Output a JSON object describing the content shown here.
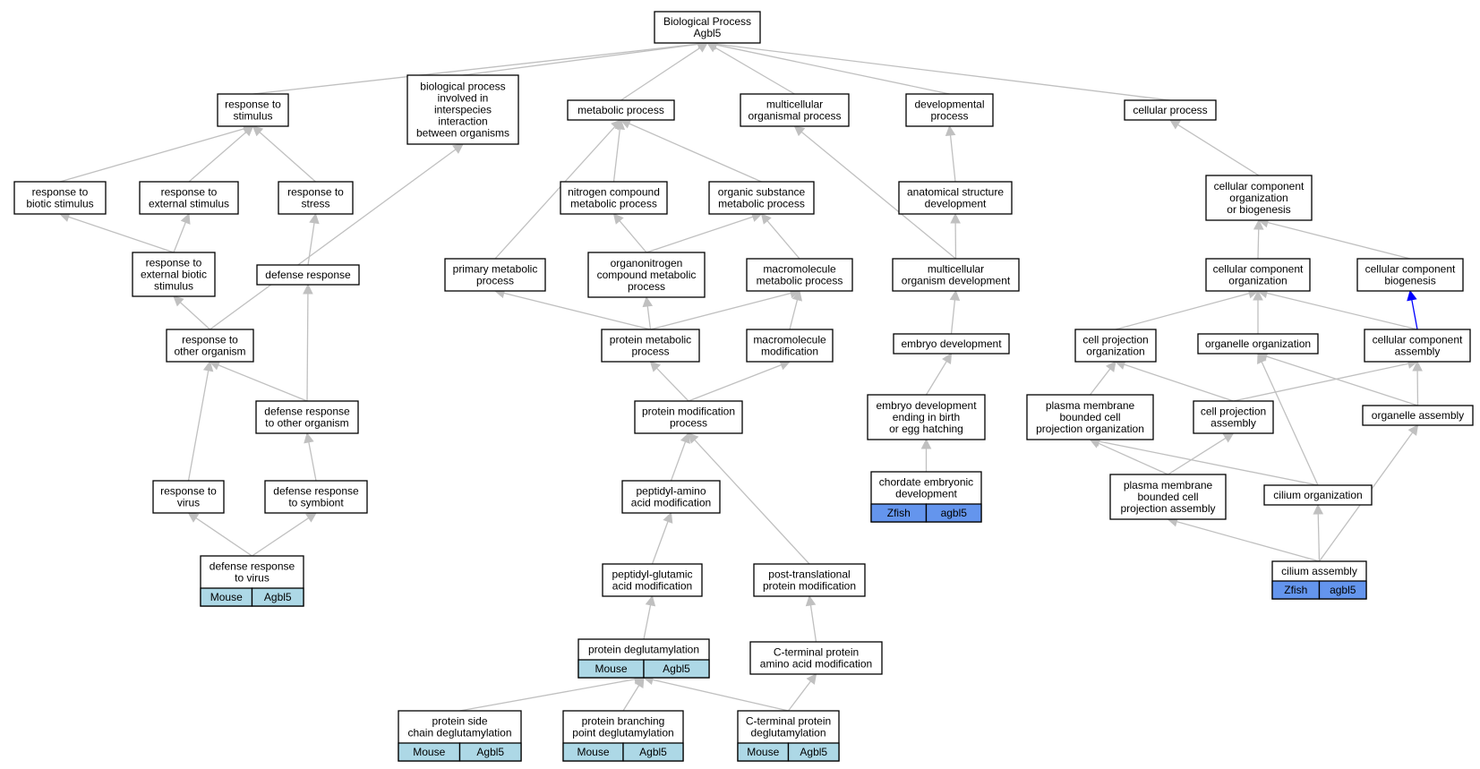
{
  "colors": {
    "mouse": "#add8e6",
    "zfish": "#6495ed",
    "edge": "#c0c0c0",
    "highlight_edge": "#0000ff"
  },
  "nodes": {
    "root": [
      "Biological Process",
      "Agbl5"
    ],
    "response_to_stimulus": [
      "response to",
      "stimulus"
    ],
    "bp_interspecies": [
      "biological process",
      "involved in",
      "interspecies",
      "interaction",
      "between organisms"
    ],
    "metabolic_process": [
      "metabolic process"
    ],
    "multicellular_organismal_process": [
      "multicellular",
      "organismal process"
    ],
    "developmental_process": [
      "developmental",
      "process"
    ],
    "cellular_process": [
      "cellular process"
    ],
    "response_to_biotic_stimulus": [
      "response to",
      "biotic stimulus"
    ],
    "response_to_external_stimulus": [
      "response to",
      "external stimulus"
    ],
    "response_to_stress": [
      "response to",
      "stress"
    ],
    "nitrogen_compound_metabolic_process": [
      "nitrogen compound",
      "metabolic process"
    ],
    "organic_substance_metabolic_process": [
      "organic substance",
      "metabolic process"
    ],
    "anatomical_structure_development": [
      "anatomical structure",
      "development"
    ],
    "ccob": [
      "cellular component",
      "organization",
      "or biogenesis"
    ],
    "response_to_external_biotic_stimulus": [
      "response to",
      "external biotic",
      "stimulus"
    ],
    "defense_response": [
      "defense response"
    ],
    "primary_metabolic_process": [
      "primary metabolic",
      "process"
    ],
    "organonitrogen_compound_metabolic_process": [
      "organonitrogen",
      "compound metabolic",
      "process"
    ],
    "macromolecule_metabolic_process": [
      "macromolecule",
      "metabolic process"
    ],
    "multicellular_organism_development": [
      "multicellular",
      "organism development"
    ],
    "cellular_component_organization": [
      "cellular component",
      "organization"
    ],
    "cellular_component_biogenesis": [
      "cellular component",
      "biogenesis"
    ],
    "response_to_other_organism": [
      "response to",
      "other organism"
    ],
    "protein_metabolic_process": [
      "protein metabolic",
      "process"
    ],
    "macromolecule_modification": [
      "macromolecule",
      "modification"
    ],
    "embryo_development": [
      "embryo development"
    ],
    "cell_projection_organization": [
      "cell projection",
      "organization"
    ],
    "organelle_organization": [
      "organelle organization"
    ],
    "cellular_component_assembly": [
      "cellular component",
      "assembly"
    ],
    "defense_response_to_other_organism": [
      "defense response",
      "to other organism"
    ],
    "protein_modification_process": [
      "protein modification",
      "process"
    ],
    "embryo_development_ending_in_birth": [
      "embryo development",
      "ending in birth",
      "or egg hatching"
    ],
    "plasma_membrane_bounded_cell_projection_organization": [
      "plasma membrane",
      "bounded cell",
      "projection organization"
    ],
    "cell_projection_assembly": [
      "cell projection",
      "assembly"
    ],
    "organelle_assembly": [
      "organelle assembly"
    ],
    "chordate_embryonic_development": [
      "chordate embryonic",
      "development"
    ],
    "response_to_virus": [
      "response to",
      "virus"
    ],
    "defense_response_to_symbiont": [
      "defense response",
      "to symbiont"
    ],
    "peptidyl_amino_acid_modification": [
      "peptidyl-amino",
      "acid modification"
    ],
    "plasma_membrane_bounded_cell_projection_assembly": [
      "plasma membrane",
      "bounded cell",
      "projection assembly"
    ],
    "cilium_organization": [
      "cilium organization"
    ],
    "defense_response_to_virus": [
      "defense response",
      "to virus"
    ],
    "peptidyl_glutamic_acid_modification": [
      "peptidyl-glutamic",
      "acid modification"
    ],
    "post_translational_protein_modification": [
      "post-translational",
      "protein modification"
    ],
    "cilium_assembly": [
      "cilium assembly"
    ],
    "protein_deglutamylation": [
      "protein deglutamylation"
    ],
    "c_terminal_protein_amino_acid_modification": [
      "C-terminal protein",
      "amino acid modification"
    ],
    "protein_side_chain_deglutamylation": [
      "protein side",
      "chain deglutamylation"
    ],
    "protein_branching_point_deglutamylation": [
      "protein branching",
      "point deglutamylation"
    ],
    "c_terminal_protein_deglutamylation": [
      "C-terminal protein",
      "deglutamylation"
    ]
  },
  "annotations": {
    "chordate_embryonic_development": [
      "Zfish",
      "agbl5"
    ],
    "cilium_assembly": [
      "Zfish",
      "agbl5"
    ],
    "defense_response_to_virus": [
      "Mouse",
      "Agbl5"
    ],
    "protein_deglutamylation": [
      "Mouse",
      "Agbl5"
    ],
    "protein_side_chain_deglutamylation": [
      "Mouse",
      "Agbl5"
    ],
    "protein_branching_point_deglutamylation": [
      "Mouse",
      "Agbl5"
    ],
    "c_terminal_protein_deglutamylation": [
      "Mouse",
      "Agbl5"
    ]
  },
  "edges": [
    [
      "response_to_stimulus",
      "root"
    ],
    [
      "bp_interspecies",
      "root"
    ],
    [
      "metabolic_process",
      "root"
    ],
    [
      "multicellular_organismal_process",
      "root"
    ],
    [
      "developmental_process",
      "root"
    ],
    [
      "cellular_process",
      "root"
    ],
    [
      "response_to_biotic_stimulus",
      "response_to_stimulus"
    ],
    [
      "response_to_external_stimulus",
      "response_to_stimulus"
    ],
    [
      "response_to_stress",
      "response_to_stimulus"
    ],
    [
      "response_to_external_biotic_stimulus",
      "response_to_biotic_stimulus"
    ],
    [
      "response_to_external_biotic_stimulus",
      "response_to_external_stimulus"
    ],
    [
      "defense_response",
      "response_to_stress"
    ],
    [
      "response_to_other_organism",
      "response_to_external_biotic_stimulus"
    ],
    [
      "response_to_other_organism",
      "bp_interspecies"
    ],
    [
      "defense_response_to_other_organism",
      "response_to_other_organism"
    ],
    [
      "defense_response_to_other_organism",
      "defense_response"
    ],
    [
      "response_to_virus",
      "response_to_other_organism"
    ],
    [
      "defense_response_to_symbiont",
      "defense_response_to_other_organism"
    ],
    [
      "defense_response_to_virus",
      "response_to_virus"
    ],
    [
      "defense_response_to_virus",
      "defense_response_to_symbiont"
    ],
    [
      "primary_metabolic_process",
      "metabolic_process"
    ],
    [
      "nitrogen_compound_metabolic_process",
      "metabolic_process"
    ],
    [
      "organic_substance_metabolic_process",
      "metabolic_process"
    ],
    [
      "organonitrogen_compound_metabolic_process",
      "nitrogen_compound_metabolic_process"
    ],
    [
      "organonitrogen_compound_metabolic_process",
      "organic_substance_metabolic_process"
    ],
    [
      "macromolecule_metabolic_process",
      "organic_substance_metabolic_process"
    ],
    [
      "protein_metabolic_process",
      "primary_metabolic_process"
    ],
    [
      "protein_metabolic_process",
      "organonitrogen_compound_metabolic_process"
    ],
    [
      "protein_metabolic_process",
      "macromolecule_metabolic_process"
    ],
    [
      "macromolecule_modification",
      "macromolecule_metabolic_process"
    ],
    [
      "protein_modification_process",
      "protein_metabolic_process"
    ],
    [
      "protein_modification_process",
      "macromolecule_modification"
    ],
    [
      "peptidyl_amino_acid_modification",
      "protein_modification_process"
    ],
    [
      "post_translational_protein_modification",
      "protein_modification_process"
    ],
    [
      "peptidyl_glutamic_acid_modification",
      "peptidyl_amino_acid_modification"
    ],
    [
      "protein_deglutamylation",
      "peptidyl_glutamic_acid_modification"
    ],
    [
      "c_terminal_protein_amino_acid_modification",
      "post_translational_protein_modification"
    ],
    [
      "protein_side_chain_deglutamylation",
      "protein_deglutamylation"
    ],
    [
      "protein_branching_point_deglutamylation",
      "protein_deglutamylation"
    ],
    [
      "c_terminal_protein_deglutamylation",
      "protein_deglutamylation"
    ],
    [
      "c_terminal_protein_deglutamylation",
      "c_terminal_protein_amino_acid_modification"
    ],
    [
      "multicellular_organism_development",
      "multicellular_organismal_process"
    ],
    [
      "anatomical_structure_development",
      "developmental_process"
    ],
    [
      "multicellular_organism_development",
      "anatomical_structure_development"
    ],
    [
      "embryo_development",
      "multicellular_organism_development"
    ],
    [
      "embryo_development_ending_in_birth",
      "embryo_development"
    ],
    [
      "chordate_embryonic_development",
      "embryo_development_ending_in_birth"
    ],
    [
      "ccob",
      "cellular_process"
    ],
    [
      "cellular_component_organization",
      "ccob"
    ],
    [
      "cellular_component_biogenesis",
      "ccob"
    ],
    [
      "cell_projection_organization",
      "cellular_component_organization"
    ],
    [
      "organelle_organization",
      "cellular_component_organization"
    ],
    [
      "cellular_component_assembly",
      "cellular_component_organization"
    ],
    [
      "cellular_component_assembly",
      "cellular_component_biogenesis",
      "blue"
    ],
    [
      "plasma_membrane_bounded_cell_projection_organization",
      "cell_projection_organization"
    ],
    [
      "cell_projection_assembly",
      "cell_projection_organization"
    ],
    [
      "cell_projection_assembly",
      "cellular_component_assembly"
    ],
    [
      "organelle_assembly",
      "cellular_component_assembly"
    ],
    [
      "organelle_assembly",
      "organelle_organization"
    ],
    [
      "plasma_membrane_bounded_cell_projection_assembly",
      "plasma_membrane_bounded_cell_projection_organization"
    ],
    [
      "plasma_membrane_bounded_cell_projection_assembly",
      "cell_projection_assembly"
    ],
    [
      "cilium_organization",
      "plasma_membrane_bounded_cell_projection_organization"
    ],
    [
      "cilium_organization",
      "organelle_organization"
    ],
    [
      "cilium_assembly",
      "plasma_membrane_bounded_cell_projection_assembly"
    ],
    [
      "cilium_assembly",
      "cilium_organization"
    ],
    [
      "cilium_assembly",
      "organelle_assembly"
    ]
  ]
}
